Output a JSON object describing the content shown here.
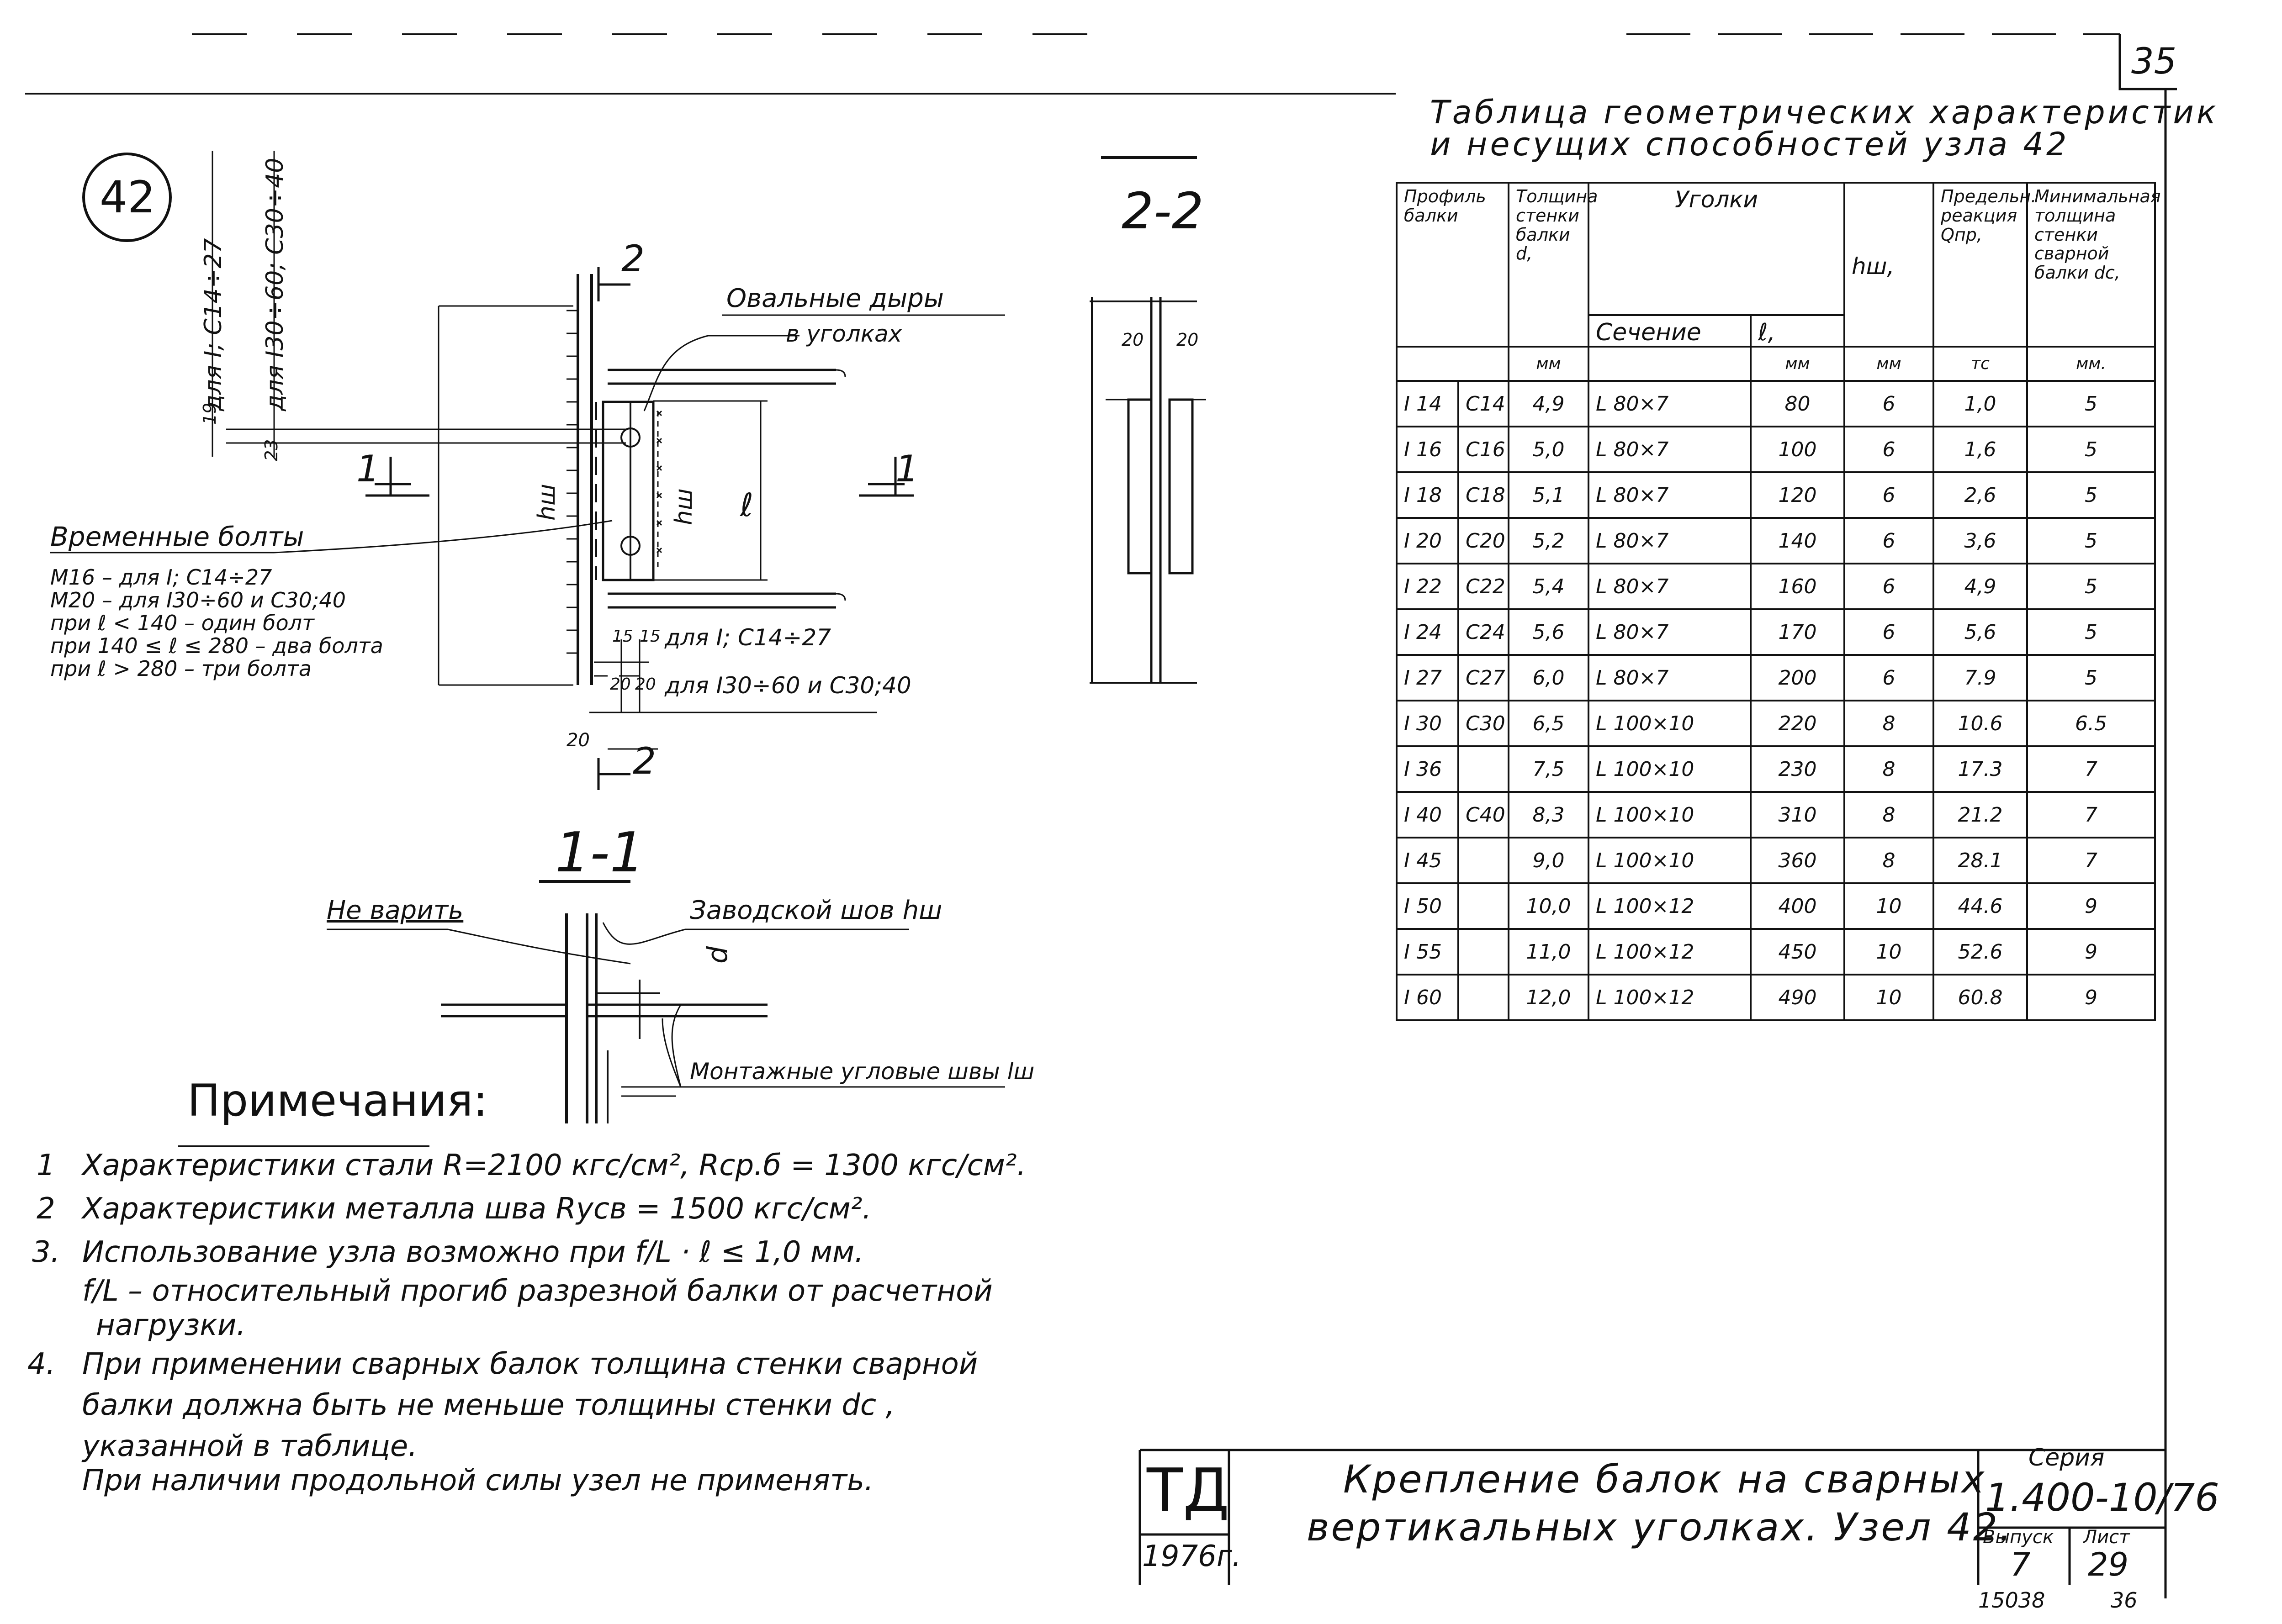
{
  "sheet_number": "35",
  "node": {
    "label": "42",
    "section_11": "1-1",
    "section_22": "2-2",
    "cut_mark_1": "1",
    "cut_mark_2": "2",
    "range_I14_27": "для I; C14÷27",
    "range_I30": "для I30÷60; C30÷40",
    "dim_19": "19",
    "dim_23": "23",
    "dim_15a": "15",
    "dim_15b": "15",
    "dim_20a": "20",
    "dim_20b": "20",
    "dim_20c": "20",
    "dim_20d": "20",
    "dim_20e": "20",
    "hw_label": "hш",
    "l_label": "ℓ",
    "d_label": "d",
    "oval_holes_1": "Овальные дыры",
    "oval_holes_2": "в уголках",
    "range_15_I": "для I; C14÷27",
    "range_20_I": "для I30÷60 и C30;40",
    "temp_bolts_title": "Временные болты",
    "temp_bolts_lines": [
      "M16 – для I; C14÷27",
      "M20 – для I30÷60 и C30;40",
      "при ℓ < 140 – один болт",
      "при 140 ≤ ℓ ≤ 280 – два болта",
      "при ℓ > 280 – три болта"
    ],
    "no_weld": "Не варить",
    "factory_weld": "Заводской шов hш",
    "assembly_weld": "Монтажные угловые швы lш"
  },
  "table": {
    "title_line1": "Таблица геометрических характеристик",
    "title_line2": "и несущих способностей узла 42",
    "headers": {
      "profile": "Профиль балки",
      "thickness": "Толщина стенки балки d,",
      "angles": "Уголки",
      "section": "Сечение",
      "length": "ℓ,",
      "hw": "hш,",
      "reaction": "Предельн. реакция Qпр,",
      "min_thickness": "Минимальная толщина стенки сварной балки dc,"
    },
    "units": {
      "thickness": "мм",
      "length": "мм",
      "hw": "мм",
      "reaction": "тс",
      "min_thickness": "мм."
    },
    "rows": [
      {
        "p1": "I 14",
        "p2": "C14",
        "d": "4,9",
        "sec": "L 80×7",
        "l": "80",
        "hw": "6",
        "q": "1,0",
        "dc": "5"
      },
      {
        "p1": "I 16",
        "p2": "C16",
        "d": "5,0",
        "sec": "L 80×7",
        "l": "100",
        "hw": "6",
        "q": "1,6",
        "dc": "5"
      },
      {
        "p1": "I 18",
        "p2": "C18",
        "d": "5,1",
        "sec": "L 80×7",
        "l": "120",
        "hw": "6",
        "q": "2,6",
        "dc": "5"
      },
      {
        "p1": "I 20",
        "p2": "C20",
        "d": "5,2",
        "sec": "L 80×7",
        "l": "140",
        "hw": "6",
        "q": "3,6",
        "dc": "5"
      },
      {
        "p1": "I 22",
        "p2": "C22",
        "d": "5,4",
        "sec": "L 80×7",
        "l": "160",
        "hw": "6",
        "q": "4,9",
        "dc": "5"
      },
      {
        "p1": "I 24",
        "p2": "C24",
        "d": "5,6",
        "sec": "L 80×7",
        "l": "170",
        "hw": "6",
        "q": "5,6",
        "dc": "5"
      },
      {
        "p1": "I 27",
        "p2": "C27",
        "d": "6,0",
        "sec": "L 80×7",
        "l": "200",
        "hw": "6",
        "q": "7.9",
        "dc": "5"
      },
      {
        "p1": "I 30",
        "p2": "C30",
        "d": "6,5",
        "sec": "L 100×10",
        "l": "220",
        "hw": "8",
        "q": "10.6",
        "dc": "6.5"
      },
      {
        "p1": "I 36",
        "p2": "",
        "d": "7,5",
        "sec": "L 100×10",
        "l": "230",
        "hw": "8",
        "q": "17.3",
        "dc": "7"
      },
      {
        "p1": "I 40",
        "p2": "C40",
        "d": "8,3",
        "sec": "L 100×10",
        "l": "310",
        "hw": "8",
        "q": "21.2",
        "dc": "7"
      },
      {
        "p1": "I 45",
        "p2": "",
        "d": "9,0",
        "sec": "L 100×10",
        "l": "360",
        "hw": "8",
        "q": "28.1",
        "dc": "7"
      },
      {
        "p1": "I 50",
        "p2": "",
        "d": "10,0",
        "sec": "L 100×12",
        "l": "400",
        "hw": "10",
        "q": "44.6",
        "dc": "9"
      },
      {
        "p1": "I 55",
        "p2": "",
        "d": "11,0",
        "sec": "L 100×12",
        "l": "450",
        "hw": "10",
        "q": "52.6",
        "dc": "9"
      },
      {
        "p1": "I 60",
        "p2": "",
        "d": "12,0",
        "sec": "L 100×12",
        "l": "490",
        "hw": "10",
        "q": "60.8",
        "dc": "9"
      }
    ]
  },
  "notes": {
    "title": "Примечания:",
    "items": [
      {
        "num": "1",
        "text": "Характеристики стали R=2100 кгс/см², Rср.б = 1300 кгс/см²."
      },
      {
        "num": "2",
        "text": "Характеристики металла шва Rуcв = 1500 кгс/см²."
      },
      {
        "num": "3.",
        "text": "Использование узла возможно при f/L · ℓ ≤ 1,0 мм."
      },
      {
        "num": "",
        "text": "f/L – относительный прогиб разрезной балки от расчетной"
      },
      {
        "num": "",
        "text": "нагрузки."
      },
      {
        "num": "4.",
        "text": "При применении сварных балок толщина стенки сварной"
      },
      {
        "num": "",
        "text": "балки должна быть не меньше толщины стенки dc ,"
      },
      {
        "num": "",
        "text": "указанной в таблице."
      },
      {
        "num": "",
        "text": "При наличии продольной силы узел не применять."
      }
    ]
  },
  "title_block": {
    "logo": "ТД",
    "year": "1976г.",
    "title_line1": "Крепление балок на сварных",
    "title_line2": "вертикальных уголках. Узел 42.",
    "series_label": "Серия",
    "series": "1.400-10/76",
    "issue_label": "Выпуск",
    "issue": "7",
    "sheet_label": "Лист",
    "sheet": "29"
  },
  "footer": {
    "code": "15038",
    "page": "36"
  }
}
